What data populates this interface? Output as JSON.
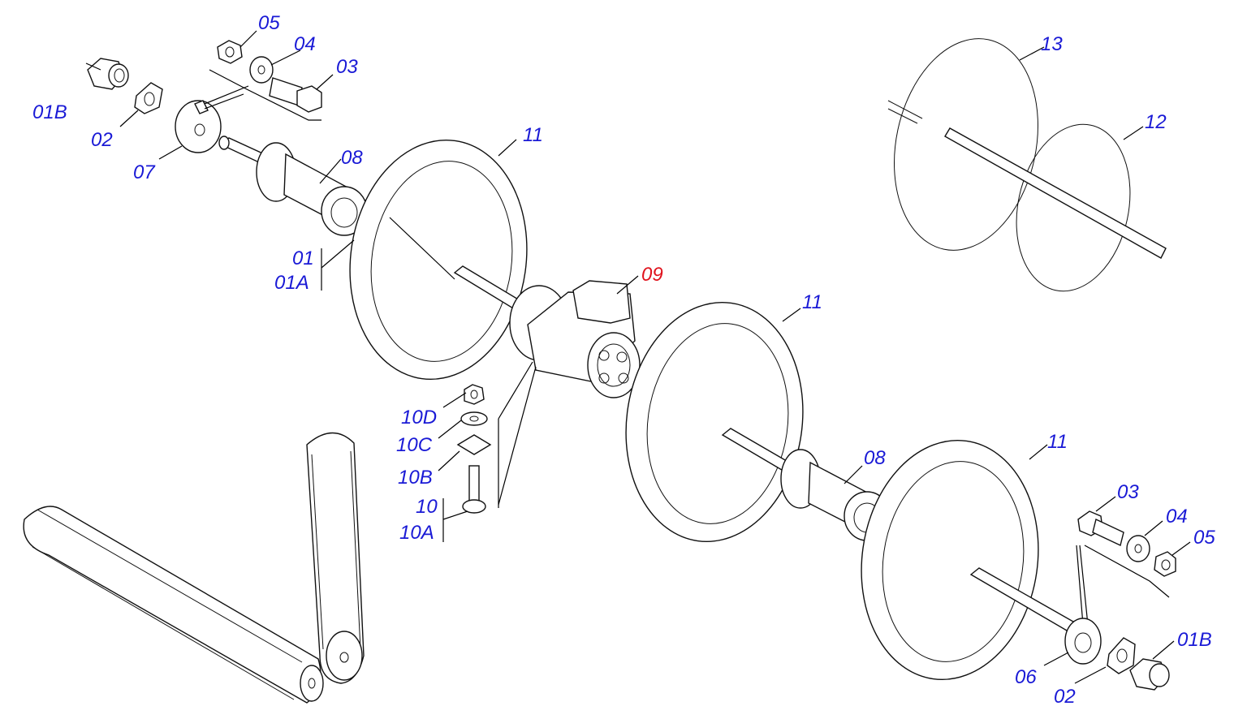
{
  "labels": {
    "l_05a": "05",
    "l_04a": "04",
    "l_03a": "03",
    "l_01Ba": "01B",
    "l_02a": "02",
    "l_07": "07",
    "l_08a": "08",
    "l_01": "01",
    "l_01A": "01A",
    "l_11a": "11",
    "l_09": "09",
    "l_13": "13",
    "l_12": "12",
    "l_11b": "11",
    "l_10D": "10D",
    "l_10C": "10C",
    "l_10B": "10B",
    "l_10": "10",
    "l_10A": "10A",
    "l_08b": "08",
    "l_11c": "11",
    "l_03b": "03",
    "l_04b": "04",
    "l_05b": "05",
    "l_01Bb": "01B",
    "l_06": "06",
    "l_02b": "02"
  },
  "colors": {
    "label": "#1a1ad6",
    "highlight": "#e0141e",
    "line": "#000000"
  }
}
